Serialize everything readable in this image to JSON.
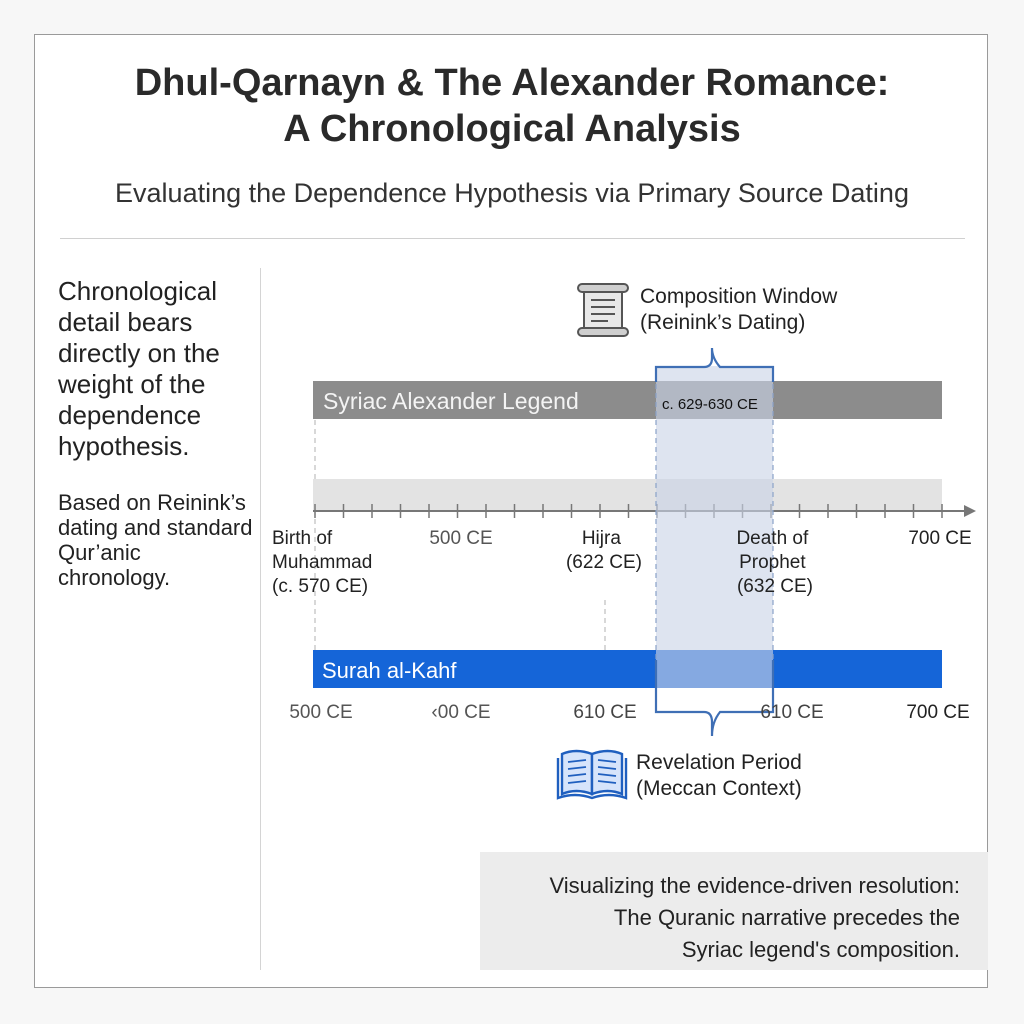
{
  "header": {
    "title_line1": "Dhul-Qarnayn & The Alexander Romance:",
    "title_line2": "A Chronological Analysis",
    "subtitle": "Evaluating the Dependence Hypothesis via Primary Source Dating"
  },
  "sidebar": {
    "statement": "Chronological detail bears directly on the weight of the dependence hypothesis.",
    "source_note": "Based on Reinink’s dating and standard Qur’anic chronology."
  },
  "diagram": {
    "composition_window": {
      "icon": "scroll-icon",
      "label_line1": "Composition Window",
      "label_line2": "(Reinink’s Dating)",
      "range_label": "c. 629-630 CE"
    },
    "syriac_bar_label": "Syriac Alexander Legend",
    "surah_bar_label": "Surah al-Kahf",
    "upper_axis_labels": [
      {
        "lines": [
          "Birth of",
          "Muhammad",
          "(c. 570 CE)"
        ]
      },
      {
        "lines": [
          "500 CE"
        ]
      },
      {
        "lines": [
          "Hijra",
          "(622 CE)"
        ]
      },
      {
        "lines": [
          "Death of",
          "Prophet",
          "(632 CE)"
        ]
      },
      {
        "lines": [
          "700 CE"
        ]
      }
    ],
    "lower_axis_labels": [
      "500 CE",
      "‹00 CE",
      "610 CE",
      "610 CE",
      "700 CE"
    ],
    "revelation_period": {
      "icon": "open-book-icon",
      "label_line1": "Revelation Period",
      "label_line2": "(Meccan Context)"
    },
    "colors": {
      "syriac_bar": "#8c8c8c",
      "surah_bar": "#1565d8",
      "window_fill": "#c9d3e6",
      "bracket": "#3f6fb5"
    }
  },
  "note": {
    "line1": "Visualizing the evidence-driven resolution:",
    "line2": "The Quranic narrative precedes the",
    "line3": "Syriac legend's composition."
  }
}
